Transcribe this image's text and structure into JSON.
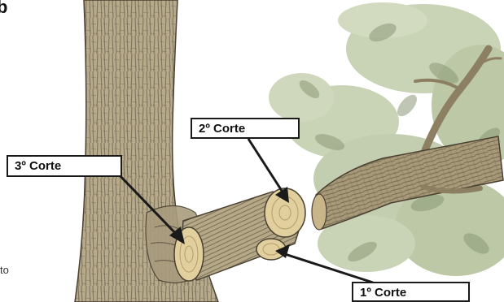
{
  "diagram": {
    "panel_letter": "b",
    "edge_text": "to",
    "labels": {
      "cut_1": "1º Corte",
      "cut_2": "2º Corte",
      "cut_3": "3º Corte"
    }
  },
  "colors": {
    "trunk_bark": "#b8ab8c",
    "bark_dark": "#6f6550",
    "wood_face": "#e2cf9e",
    "leaf_light": "#c9d3b6",
    "leaf_dark": "#8c9a78",
    "branch_bark": "#a89a78",
    "outline": "#1a1a1a"
  }
}
